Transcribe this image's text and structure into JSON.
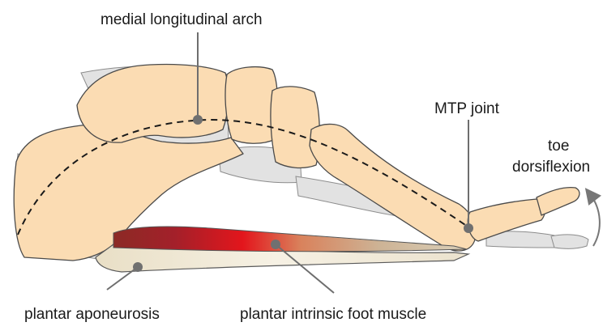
{
  "labels": {
    "arch": "medial longitudinal arch",
    "mtp": "MTP joint",
    "toe_line1": "toe",
    "toe_line2": "dorsiflexion",
    "aponeurosis": "plantar aponeurosis",
    "muscle": "plantar intrinsic foot muscle"
  },
  "colors": {
    "bone_fill": "#fbdcb3",
    "bone_stroke": "#4a4a4a",
    "shadow_fill": "#e2e2e2",
    "muscle_red": "#d9121b",
    "muscle_dark": "#a3202a",
    "aponeurosis_fill": "#f3ecdb",
    "leader": "#6e6e6e"
  },
  "icons": {
    "rotation_arrow": "curved-arrow-icon"
  }
}
